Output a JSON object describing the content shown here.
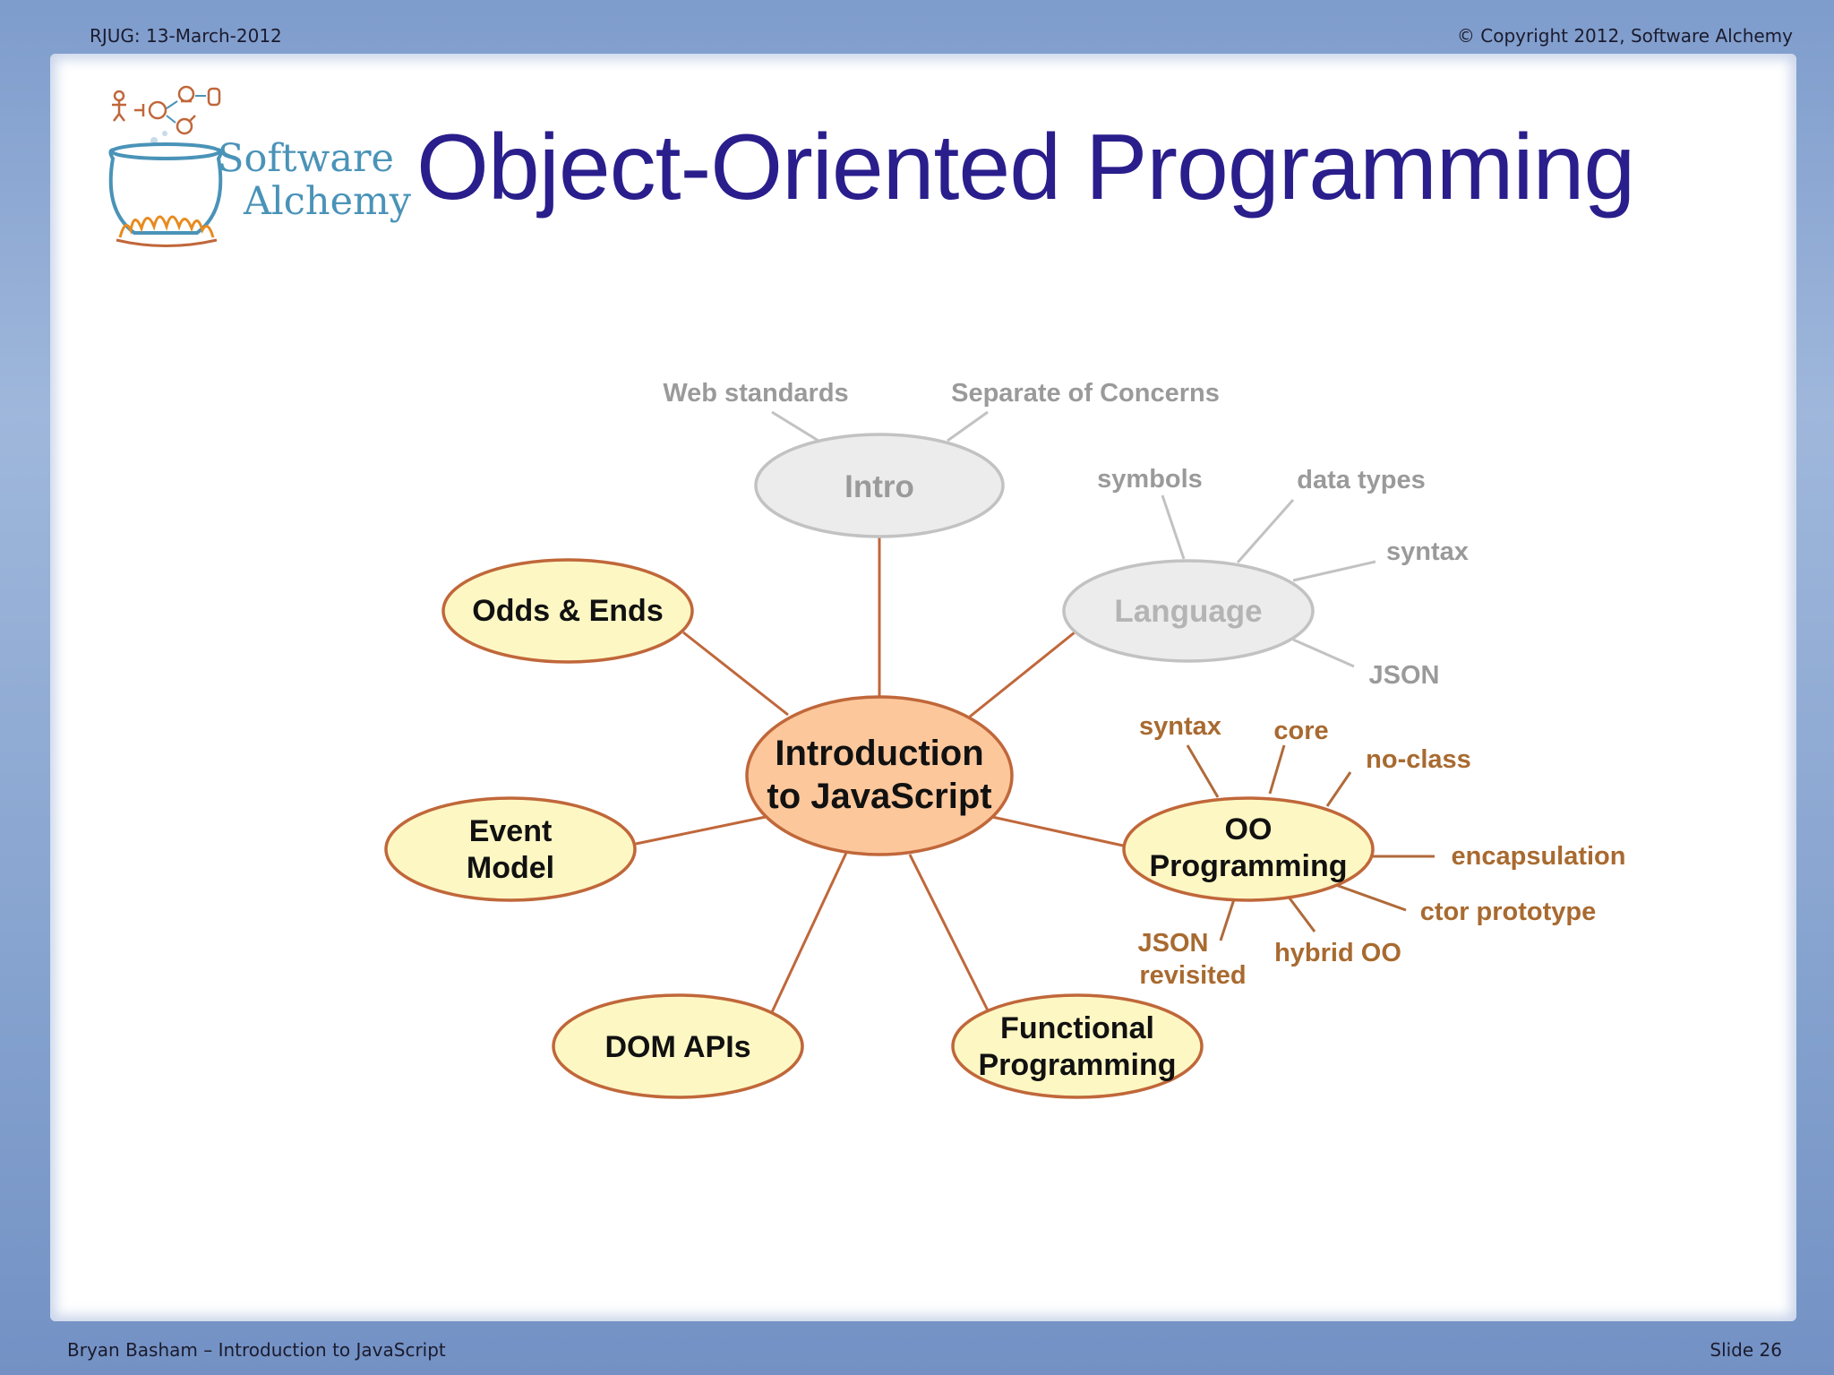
{
  "header": {
    "left": "RJUG:  13-March-2012",
    "right": "© Copyright 2012, Software Alchemy"
  },
  "footer": {
    "left": "Bryan Basham – Introduction to JavaScript",
    "right": "Slide 26"
  },
  "title": "Object-Oriented Programming",
  "logo": {
    "line1": "Software",
    "line2": "Alchemy"
  },
  "colors": {
    "title": "#2a1e8c",
    "node_fill": "#fdf7c3",
    "node_stroke": "#c0673a",
    "center_fill": "#fcc79b",
    "dim_fill": "#ececec",
    "dim_stroke": "#c2c2c2",
    "dim_text": "#9a9a9a",
    "oo_text": "#a86a30",
    "edge": "#c0673a"
  },
  "diagram": {
    "center": {
      "line1": "Introduction",
      "line2": "to JavaScript"
    },
    "intro": {
      "label": "Intro",
      "children": [
        "Web standards",
        "Separate of Concerns"
      ]
    },
    "language": {
      "label": "Language",
      "children": [
        "symbols",
        "data types",
        "syntax",
        "JSON"
      ]
    },
    "odds": {
      "label": "Odds & Ends"
    },
    "event": {
      "line1": "Event",
      "line2": "Model"
    },
    "dom": {
      "label": "DOM APIs"
    },
    "functional": {
      "line1": "Functional",
      "line2": "Programming"
    },
    "oo": {
      "line1": "OO",
      "line2": "Programming",
      "children": [
        "syntax",
        "core",
        "no-class",
        "encapsulation",
        "ctor prototype",
        "hybrid OO",
        "JSON",
        "revisited"
      ]
    }
  }
}
